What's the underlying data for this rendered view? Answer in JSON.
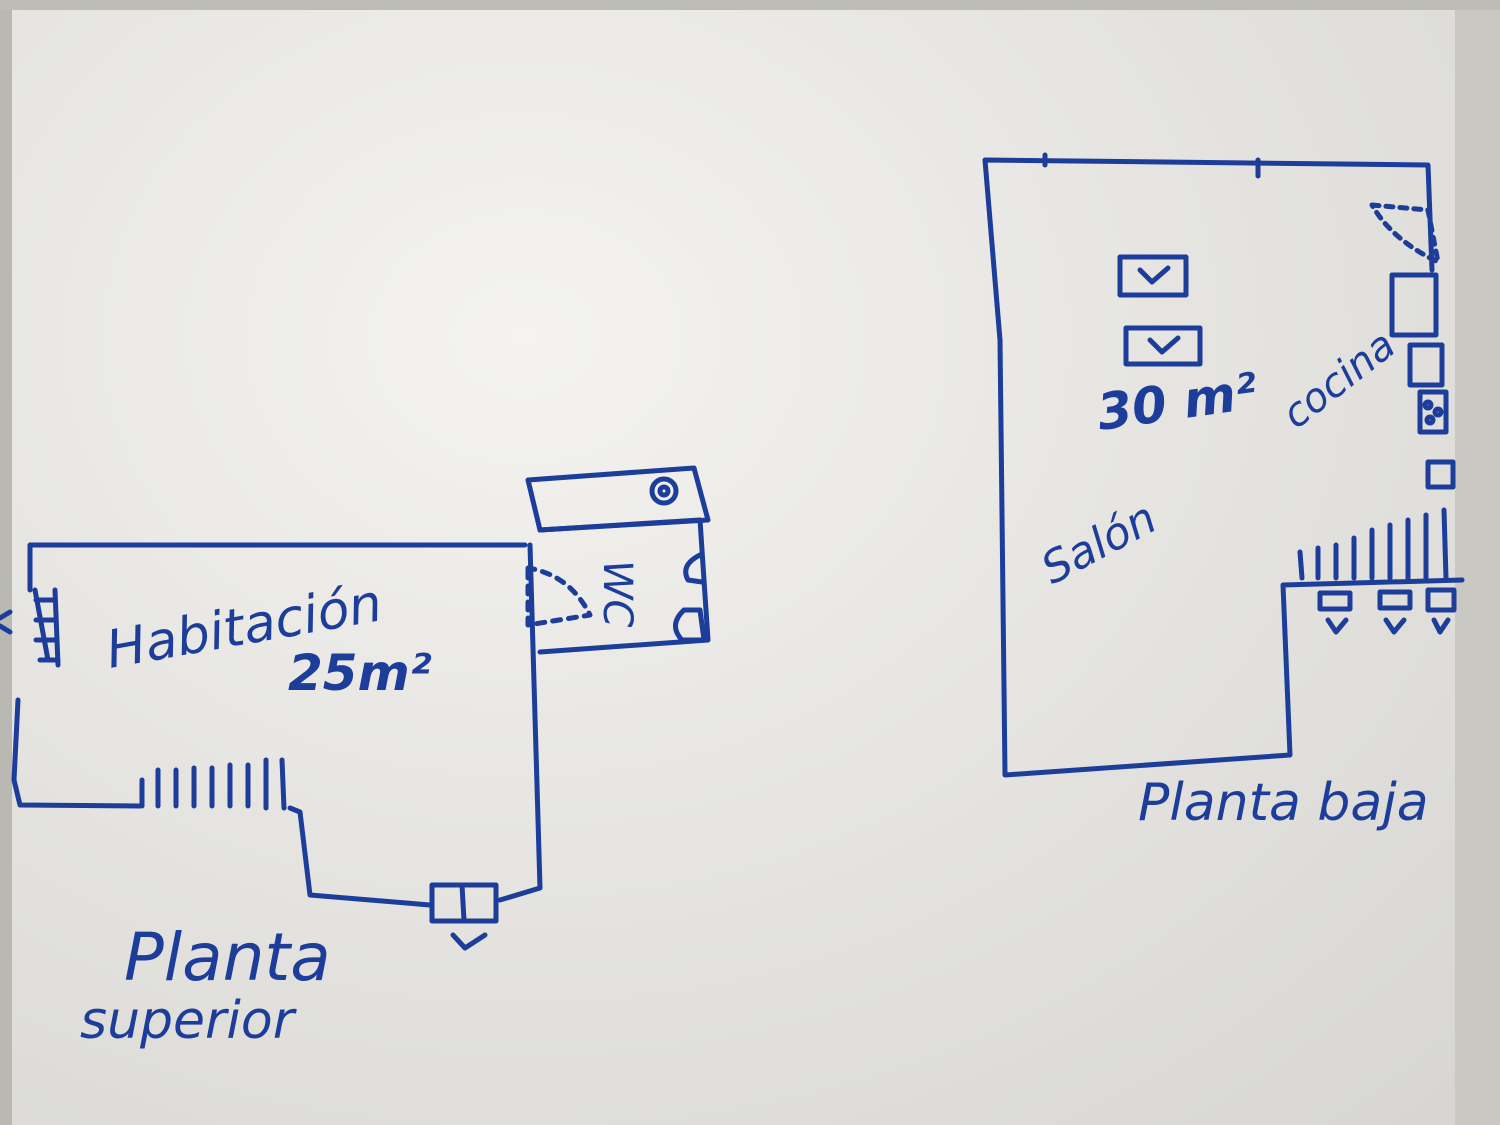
{
  "colors": {
    "marker": "#1d3d9b",
    "board": "#e8e7e3"
  },
  "upper_floor": {
    "title_line1": "Planta",
    "title_line2": "superior",
    "room_label": "Habitación",
    "room_area": "25m²",
    "bath_label": "WC"
  },
  "ground_floor": {
    "title": "Planta baja",
    "living_label": "Salón",
    "area": "30 m²",
    "kitchen_label": "cocina"
  }
}
